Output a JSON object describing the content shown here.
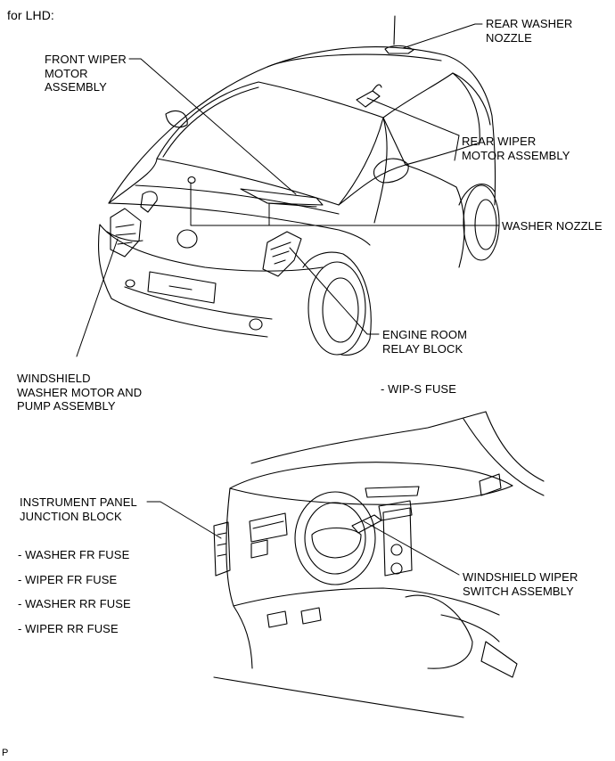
{
  "header": {
    "variant": "for LHD:"
  },
  "labels": {
    "rear_washer_nozzle": "REAR WASHER\nNOZZLE",
    "front_wiper_motor": "FRONT WIPER\nMOTOR\nASSEMBLY",
    "rear_wiper_motor": "REAR WIPER\nMOTOR ASSEMBLY",
    "washer_nozzle": "WASHER NOZZLE",
    "engine_room_relay": "ENGINE ROOM\nRELAY BLOCK",
    "wip_s_fuse": "- WIP-S FUSE",
    "windshield_washer_motor": "WINDSHIELD\nWASHER MOTOR AND\nPUMP ASSEMBLY",
    "instrument_panel_jb": "INSTRUMENT PANEL\nJUNCTION BLOCK",
    "washer_fr_fuse": "- WASHER FR FUSE",
    "wiper_fr_fuse": "- WIPER FR FUSE",
    "washer_rr_fuse": "- WASHER RR FUSE",
    "wiper_rr_fuse": "- WIPER RR FUSE",
    "windshield_wiper_switch": "WINDSHIELD WIPER\nSWITCH ASSEMBLY"
  },
  "footer": {
    "mark": "P"
  },
  "colors": {
    "line": "#000000",
    "background": "#ffffff"
  }
}
